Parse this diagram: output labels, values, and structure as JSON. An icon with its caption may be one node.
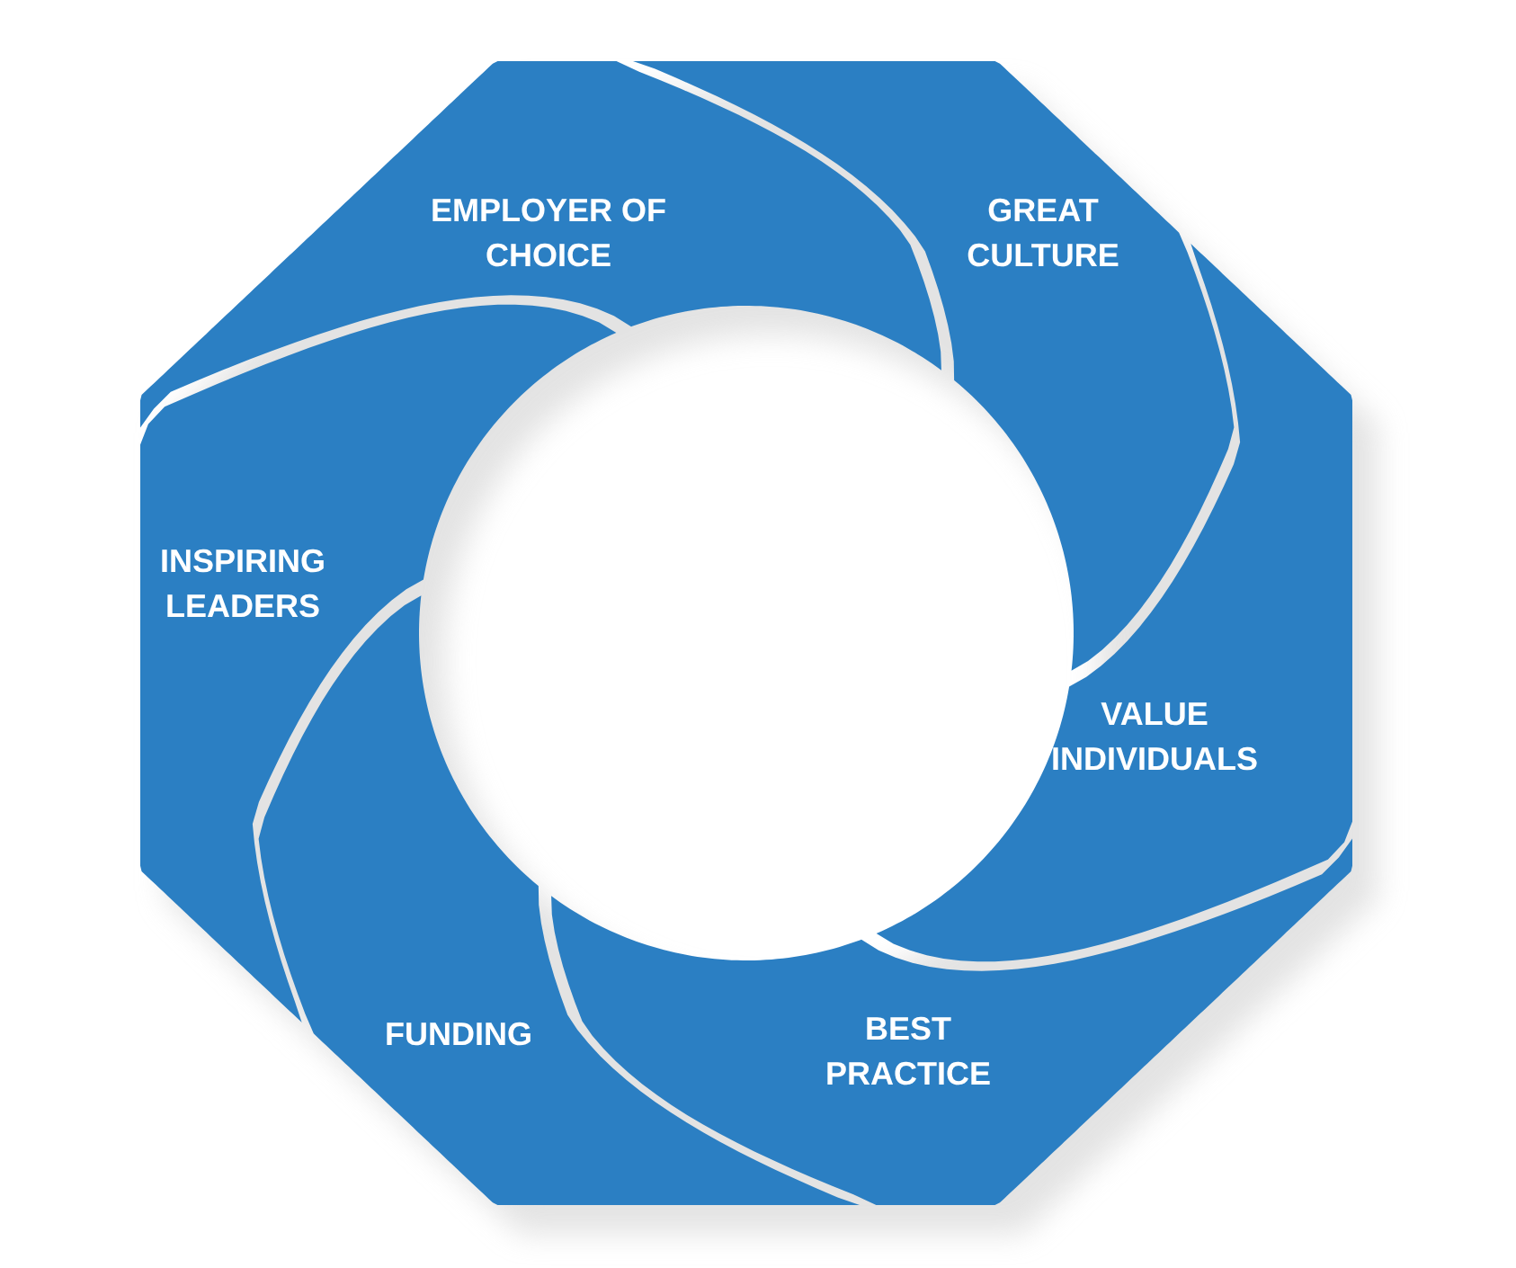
{
  "diagram": {
    "nodes": [
      {
        "text": [
          "EMPLOYER OF CHOICE"
        ]
      },
      {
        "text": [
          "GREAT CULTURE"
        ]
      },
      {
        "text": [
          "VALUE INDIVIDUALS"
        ]
      },
      {
        "text": [
          "BEST PRACTICE"
        ]
      },
      {
        "text": [
          "FUNDING"
        ]
      },
      {
        "text": [
          "INSPIRING LEADERS"
        ]
      }
    ]
  }
}
